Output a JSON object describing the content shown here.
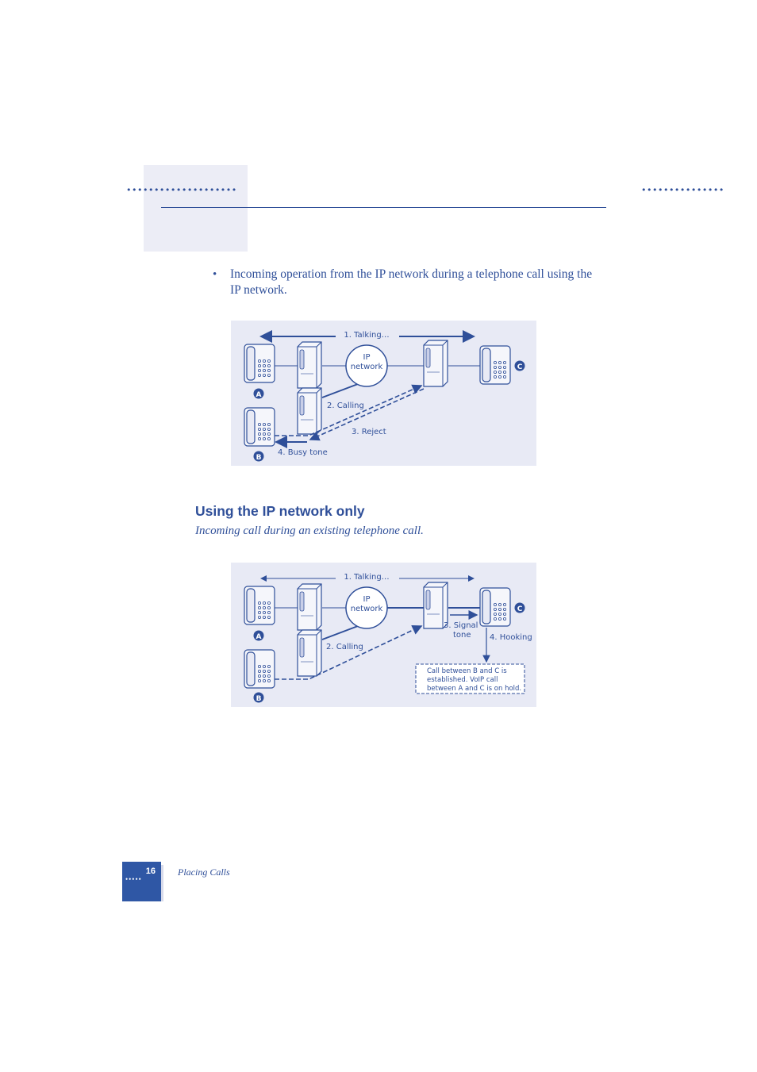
{
  "header": {
    "left_dots": "••••••••••••••••••••",
    "right_dots": "•••••••••••••••"
  },
  "bullet": {
    "marker": "•",
    "text": "Incoming operation from the IP network during a telephone call using the IP network."
  },
  "diagram1": {
    "talking": "1. Talking…",
    "cloud_line1": "IP",
    "cloud_line2": "network",
    "calling": "2. Calling",
    "reject": "3. Reject",
    "busy": "4. Busy tone",
    "badge_a": "A",
    "badge_b": "B",
    "badge_c": "C"
  },
  "section": {
    "heading": "Using the IP network only",
    "subheading": "Incoming call during an existing telephone call."
  },
  "diagram2": {
    "talking": "1. Talking…",
    "cloud_line1": "IP",
    "cloud_line2": "network",
    "calling": "2. Calling",
    "signal_line1": "3. Signal",
    "signal_line2": "tone",
    "hooking": "4. Hooking",
    "note_line1": "Call between B and C is",
    "note_line2": "established. VoIP call",
    "note_line3": "between A and C is on hold.",
    "badge_a": "A",
    "badge_b": "B",
    "badge_c": "C"
  },
  "footer": {
    "page_number": "16",
    "page_dots": "•••••",
    "section_title": "Placing Calls"
  }
}
